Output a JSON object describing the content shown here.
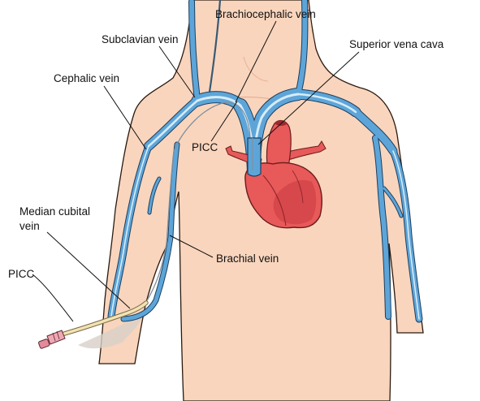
{
  "labels": {
    "brachiocephalic_vein": "Brachiocephalic vein",
    "subclavian_vein": "Subclavian vein",
    "superior_vena_cava": "Superior vena cava",
    "cephalic_vein": "Cephalic vein",
    "picc_upper": "PICC",
    "median_cubital_line1": "Median cubital",
    "median_cubital_line2": "vein",
    "picc_lower": "PICC",
    "brachial_vein": "Brachial vein"
  },
  "colors": {
    "skin": "#f9d5bd",
    "vein": "#5da5d9",
    "vein_outline": "#1d3f5e",
    "heart": "#e8595a",
    "heart_dark": "#c73b40",
    "catheter": "#f3e3b4",
    "catheter_hub": "#f0a8b4"
  }
}
